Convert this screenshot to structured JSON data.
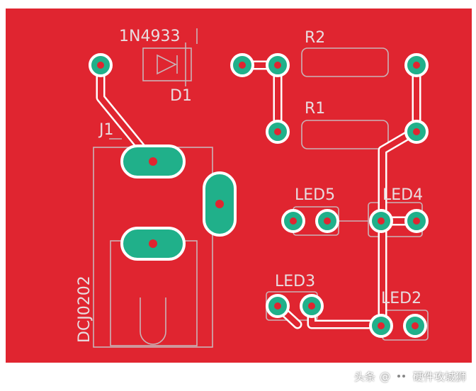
{
  "board": {
    "background_color": "#e02530",
    "trace_color": "#ffffff",
    "pad_color": "#20b08a",
    "silk_color": "#c9b4b8"
  },
  "components": {
    "d1_value": "1N4933",
    "d1_ref": "D1",
    "r2_ref": "R2",
    "r1_ref": "R1",
    "j1_ref": "J1",
    "j1_value": "DCJ0202",
    "led5_ref": "LED5",
    "led4_ref": "LED4",
    "led3_ref": "LED3",
    "led2_ref": "LED2"
  },
  "watermark": {
    "prefix": "头条",
    "at": "@",
    "name": "硬件攻城狮",
    "icon": "wechat-icon"
  }
}
